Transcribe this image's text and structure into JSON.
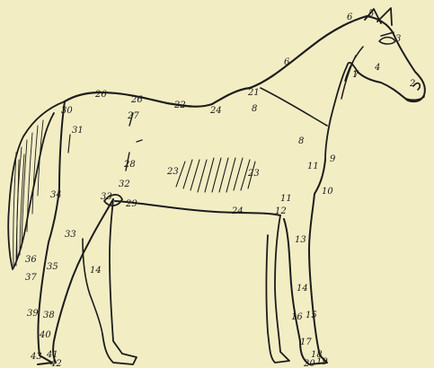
{
  "diagram": {
    "subject": "horse",
    "ink_color": "#1c1c1c",
    "paper_color": "#f3edc4",
    "labels": [
      {
        "id": "l-1",
        "text": "1"
      },
      {
        "id": "l-2",
        "text": "2"
      },
      {
        "id": "l-3",
        "text": "3"
      },
      {
        "id": "l-4",
        "text": "4"
      },
      {
        "id": "l-5",
        "text": "5"
      },
      {
        "id": "l-6a",
        "text": "6"
      },
      {
        "id": "l-6b",
        "text": "6"
      },
      {
        "id": "l-7",
        "text": "7"
      },
      {
        "id": "l-8a",
        "text": "8"
      },
      {
        "id": "l-8b",
        "text": "8"
      },
      {
        "id": "l-9",
        "text": "9"
      },
      {
        "id": "l-10",
        "text": "10"
      },
      {
        "id": "l-11a",
        "text": "11"
      },
      {
        "id": "l-11b",
        "text": "11"
      },
      {
        "id": "l-12",
        "text": "12"
      },
      {
        "id": "l-13",
        "text": "13"
      },
      {
        "id": "l-14a",
        "text": "14"
      },
      {
        "id": "l-14b",
        "text": "14"
      },
      {
        "id": "l-15",
        "text": "15"
      },
      {
        "id": "l-16",
        "text": "16"
      },
      {
        "id": "l-17",
        "text": "17"
      },
      {
        "id": "l-18",
        "text": "18"
      },
      {
        "id": "l-19",
        "text": "19"
      },
      {
        "id": "l-20",
        "text": "20"
      },
      {
        "id": "l-21",
        "text": "21"
      },
      {
        "id": "l-22",
        "text": "22"
      },
      {
        "id": "l-23a",
        "text": "23"
      },
      {
        "id": "l-23b",
        "text": "23"
      },
      {
        "id": "l-24a",
        "text": "24"
      },
      {
        "id": "l-24b",
        "text": "24"
      },
      {
        "id": "l-26a",
        "text": "26"
      },
      {
        "id": "l-26b",
        "text": "26"
      },
      {
        "id": "l-27",
        "text": "27"
      },
      {
        "id": "l-28",
        "text": "28"
      },
      {
        "id": "l-29",
        "text": "29"
      },
      {
        "id": "l-30",
        "text": "30"
      },
      {
        "id": "l-31",
        "text": "31"
      },
      {
        "id": "l-32",
        "text": "32"
      },
      {
        "id": "l-33a",
        "text": "33"
      },
      {
        "id": "l-33b",
        "text": "33"
      },
      {
        "id": "l-34",
        "text": "34"
      },
      {
        "id": "l-35",
        "text": "35"
      },
      {
        "id": "l-36",
        "text": "36"
      },
      {
        "id": "l-37",
        "text": "37"
      },
      {
        "id": "l-38",
        "text": "38"
      },
      {
        "id": "l-39",
        "text": "39"
      },
      {
        "id": "l-40",
        "text": "40"
      },
      {
        "id": "l-41",
        "text": "41"
      },
      {
        "id": "l-42",
        "text": "42"
      },
      {
        "id": "l-43",
        "text": "43"
      }
    ]
  }
}
